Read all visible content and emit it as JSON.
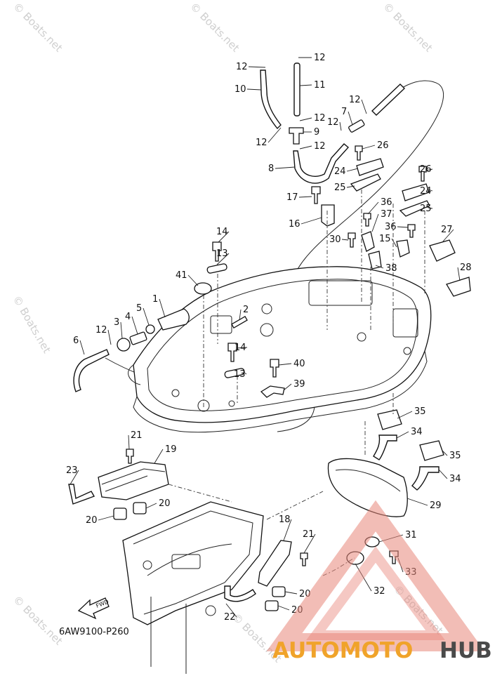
{
  "diagram": {
    "code": "6AW9100-P260",
    "fwd_label": "FWD"
  },
  "logo": {
    "part1": "AUTOMOTO",
    "part2": "HUB"
  },
  "watermark": "© Boats.net",
  "callouts": [
    {
      "label": "12"
    },
    {
      "label": "12"
    },
    {
      "label": "10"
    },
    {
      "label": "11"
    },
    {
      "label": "12"
    },
    {
      "label": "12"
    },
    {
      "label": "7"
    },
    {
      "label": "12"
    },
    {
      "label": "9"
    },
    {
      "label": "12"
    },
    {
      "label": "12"
    },
    {
      "label": "26"
    },
    {
      "label": "8"
    },
    {
      "label": "24"
    },
    {
      "label": "25"
    },
    {
      "label": "26"
    },
    {
      "label": "17"
    },
    {
      "label": "24"
    },
    {
      "label": "36"
    },
    {
      "label": "25"
    },
    {
      "label": "37"
    },
    {
      "label": "16"
    },
    {
      "label": "14"
    },
    {
      "label": "30"
    },
    {
      "label": "36"
    },
    {
      "label": "27"
    },
    {
      "label": "15"
    },
    {
      "label": "13"
    },
    {
      "label": "38"
    },
    {
      "label": "28"
    },
    {
      "label": "41"
    },
    {
      "label": "1"
    },
    {
      "label": "2"
    },
    {
      "label": "5"
    },
    {
      "label": "4"
    },
    {
      "label": "3"
    },
    {
      "label": "12"
    },
    {
      "label": "6"
    },
    {
      "label": "14"
    },
    {
      "label": "40"
    },
    {
      "label": "13"
    },
    {
      "label": "39"
    },
    {
      "label": "35"
    },
    {
      "label": "34"
    },
    {
      "label": "21"
    },
    {
      "label": "19"
    },
    {
      "label": "35"
    },
    {
      "label": "23"
    },
    {
      "label": "34"
    },
    {
      "label": "20"
    },
    {
      "label": "29"
    },
    {
      "label": "20"
    },
    {
      "label": "18"
    },
    {
      "label": "31"
    },
    {
      "label": "21"
    },
    {
      "label": "33"
    },
    {
      "label": "32"
    },
    {
      "label": "20"
    },
    {
      "label": "22"
    },
    {
      "label": "20"
    }
  ]
}
